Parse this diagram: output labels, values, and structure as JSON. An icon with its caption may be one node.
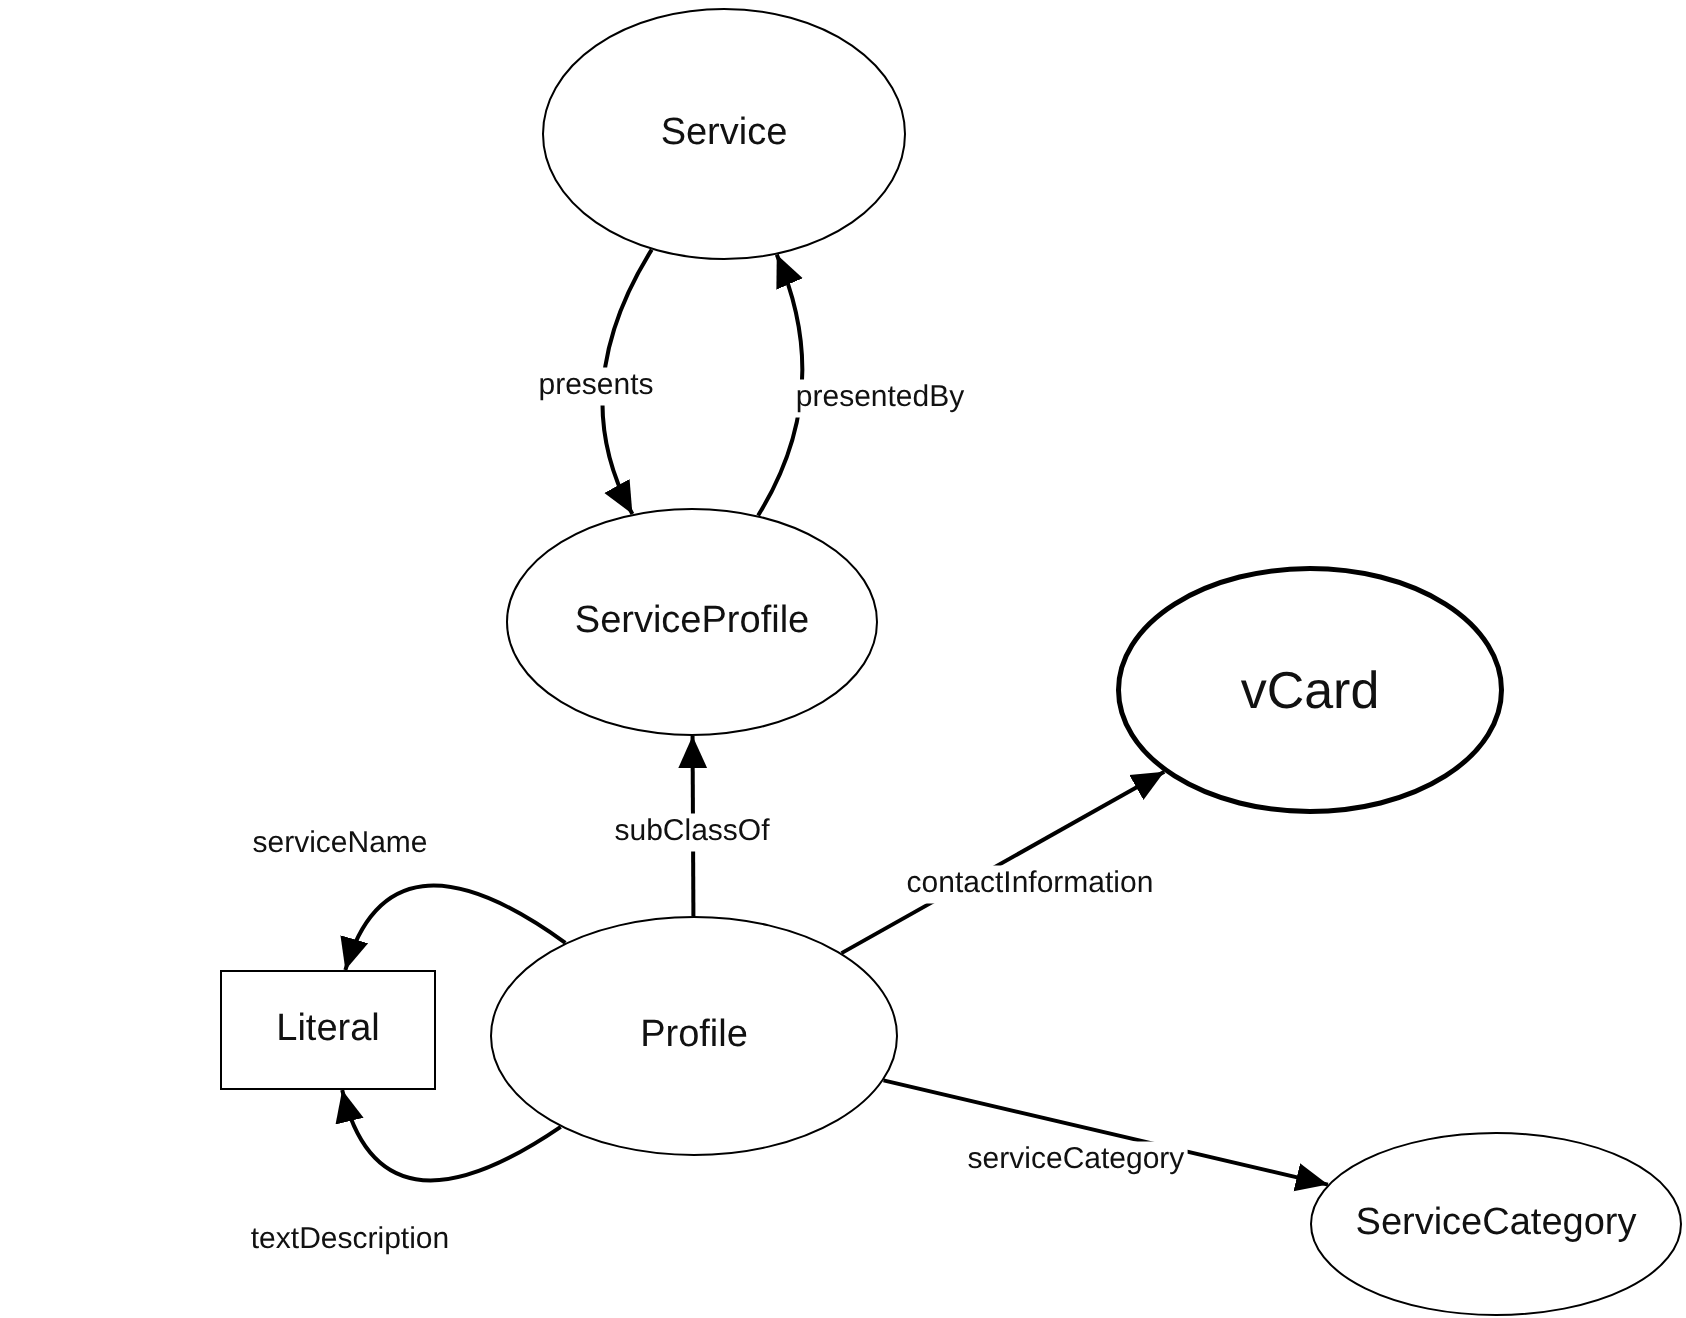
{
  "diagram": {
    "nodes": [
      {
        "text": [
          "Service"
        ]
      },
      {
        "text": [
          "ServiceProfile"
        ]
      },
      {
        "text": [
          "vCard"
        ]
      },
      {
        "text": [
          "Literal"
        ]
      },
      {
        "text": [
          "Profile"
        ]
      },
      {
        "text": [
          "ServiceCategory"
        ]
      }
    ],
    "edges": [
      {
        "from": 0,
        "to": 1,
        "arrow": "to",
        "label": "presents"
      },
      {
        "from": 1,
        "to": 0,
        "arrow": "to",
        "label": "presentedBy"
      },
      {
        "from": 4,
        "to": 1,
        "arrow": "to",
        "label": "subClassOf"
      },
      {
        "from": 4,
        "to": 2,
        "arrow": "to",
        "label": "contactInformation"
      },
      {
        "from": 4,
        "to": 3,
        "arrow": "to",
        "label": "serviceName"
      },
      {
        "from": 4,
        "to": 3,
        "arrow": "to",
        "label": "textDescription"
      },
      {
        "from": 4,
        "to": 5,
        "arrow": "to",
        "label": "serviceCategory"
      }
    ]
  }
}
